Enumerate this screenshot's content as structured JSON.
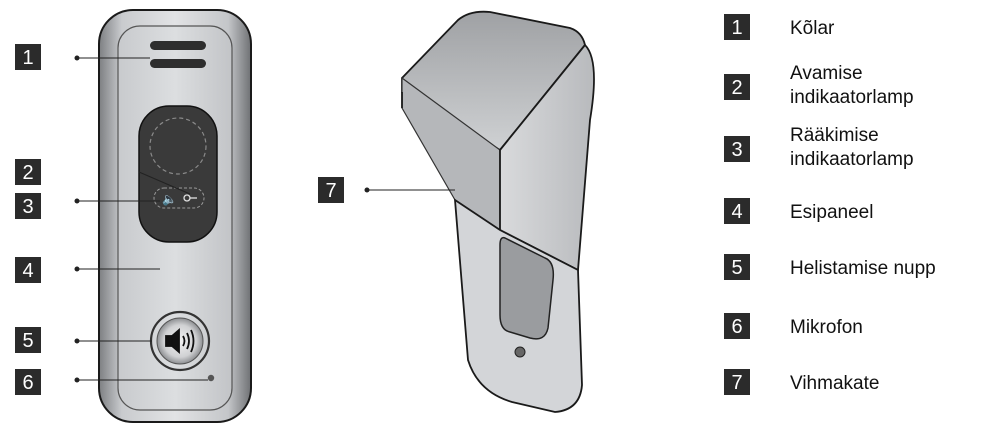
{
  "callouts": [
    {
      "number": "1",
      "label": "Kõlar"
    },
    {
      "number": "2",
      "label_line1": "Avamise",
      "label_line2": "indikaatorlamp"
    },
    {
      "number": "3",
      "label_line1": "Rääkimise",
      "label_line2": "indikaatorlamp"
    },
    {
      "number": "4",
      "label": "Esipaneel"
    },
    {
      "number": "5",
      "label": "Helistamise nupp"
    },
    {
      "number": "6",
      "label": "Mikrofon"
    },
    {
      "number": "7",
      "label": "Vihmakate"
    }
  ],
  "colors": {
    "badge": "#2b2b2b",
    "panel_light": "#d4d6d9",
    "panel_dark": "#3a3a3a",
    "outline": "#1a1a1a"
  }
}
